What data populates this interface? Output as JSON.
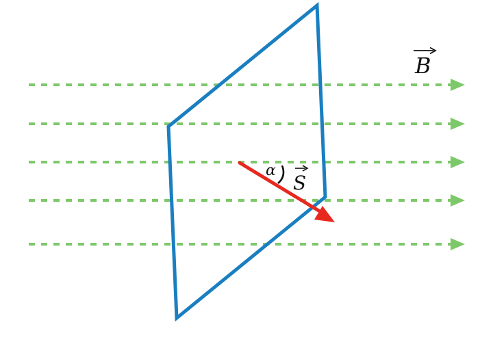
{
  "labels": {
    "field": "B",
    "area_vector": "S",
    "angle": "α"
  },
  "colors": {
    "field_lines": "#7dc86a",
    "loop": "#1a7fc0",
    "area_vector": "#e8281e",
    "text": "#111111"
  },
  "field_line_count": 5
}
